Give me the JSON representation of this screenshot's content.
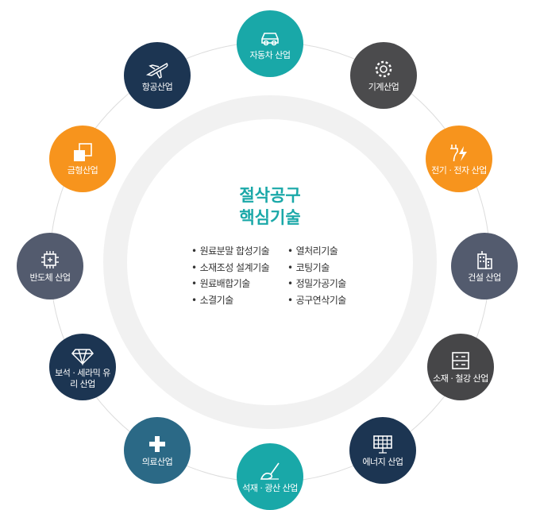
{
  "center": {
    "title_line1": "절삭공구",
    "title_line2": "핵심기술",
    "technologies_left": [
      "원료분말 합성기술",
      "소재조성 설계기술",
      "원료배합기술",
      "소결기술"
    ],
    "technologies_right": [
      "열처리기술",
      "코팅기술",
      "정밀가공기술",
      "공구연삭기술"
    ],
    "title_color": "#1aa8a8"
  },
  "industries": [
    {
      "label": "자동차 산업",
      "icon": "car-icon",
      "color": "#19a8a8"
    },
    {
      "label": "기계산업",
      "icon": "gear-icon",
      "color": "#4b4b4d"
    },
    {
      "label": "전기 · 전자 산업",
      "icon": "plug-lightning-icon",
      "color": "#f7941d"
    },
    {
      "label": "건설 산업",
      "icon": "building-icon",
      "color": "#535b6e"
    },
    {
      "label": "소재 · 철강 산업",
      "icon": "cabinet-icon",
      "color": "#464648"
    },
    {
      "label": "에너지 산업",
      "icon": "solar-panel-icon",
      "color": "#1c3552"
    },
    {
      "label": "석재 · 광산 산업",
      "icon": "shovel-icon",
      "color": "#19a8a8"
    },
    {
      "label": "의료산업",
      "icon": "medical-cross-icon",
      "color": "#2b6986"
    },
    {
      "label": "보석 · 세라믹 유리 산업",
      "icon": "diamond-icon",
      "color": "#1c3552"
    },
    {
      "label": "반도체 산업",
      "icon": "chip-icon",
      "color": "#535b6e"
    },
    {
      "label": "금형산업",
      "icon": "mold-icon",
      "color": "#f7941d"
    },
    {
      "label": "항공산업",
      "icon": "airplane-icon",
      "color": "#1c3552"
    }
  ]
}
